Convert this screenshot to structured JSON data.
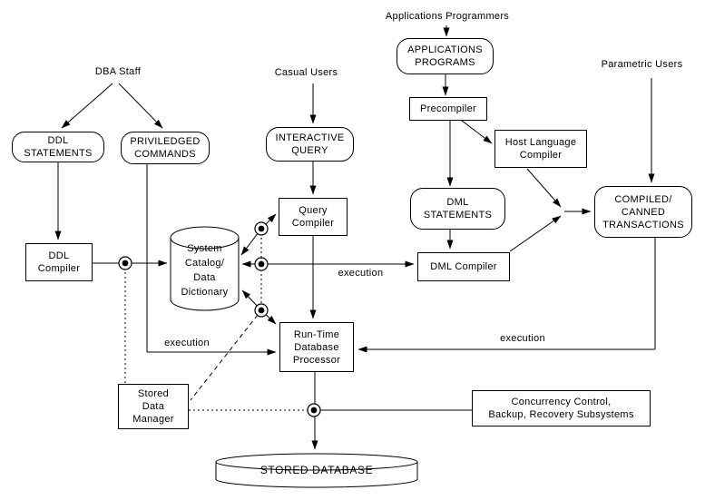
{
  "actors": {
    "applications_programmers": "Applications Programmers",
    "dba_staff": "DBA Staff",
    "casual_users": "Casual Users",
    "parametric_users": "Parametric Users"
  },
  "nodes": {
    "applications_programs": "APPLICATIONS\nPROGRAMS",
    "precompiler": "Precompiler",
    "host_language_compiler": "Host Language\nCompiler",
    "ddl_statements": "DDL\nSTATEMENTS",
    "priviledged_commands": "PRIVILEDGED\nCOMMANDS",
    "interactive_query": "INTERACTIVE\nQUERY",
    "dml_statements": "DML\nSTATEMENTS",
    "query_compiler": "Query\nCompiler",
    "dml_compiler": "DML Compiler",
    "compiled_canned_transactions": "COMPILED/\nCANNED\nTRANSACTIONS",
    "ddl_compiler": "DDL\nCompiler",
    "system_catalog": "System\nCatalog/\nData\nDictionary",
    "runtime_database_processor": "Run-Time\nDatabase\nProcessor",
    "stored_data_manager": "Stored\nData\nManager",
    "concurrency_control": "Concurrency Control,\nBackup, Recovery Subsystems",
    "stored_database": "STORED DATABASE"
  },
  "edge_labels": {
    "execution_middle": "execution",
    "execution_left": "execution",
    "execution_right": "execution"
  },
  "colors": {
    "line": "#000000",
    "background": "#ffffff",
    "text": "#000000"
  }
}
